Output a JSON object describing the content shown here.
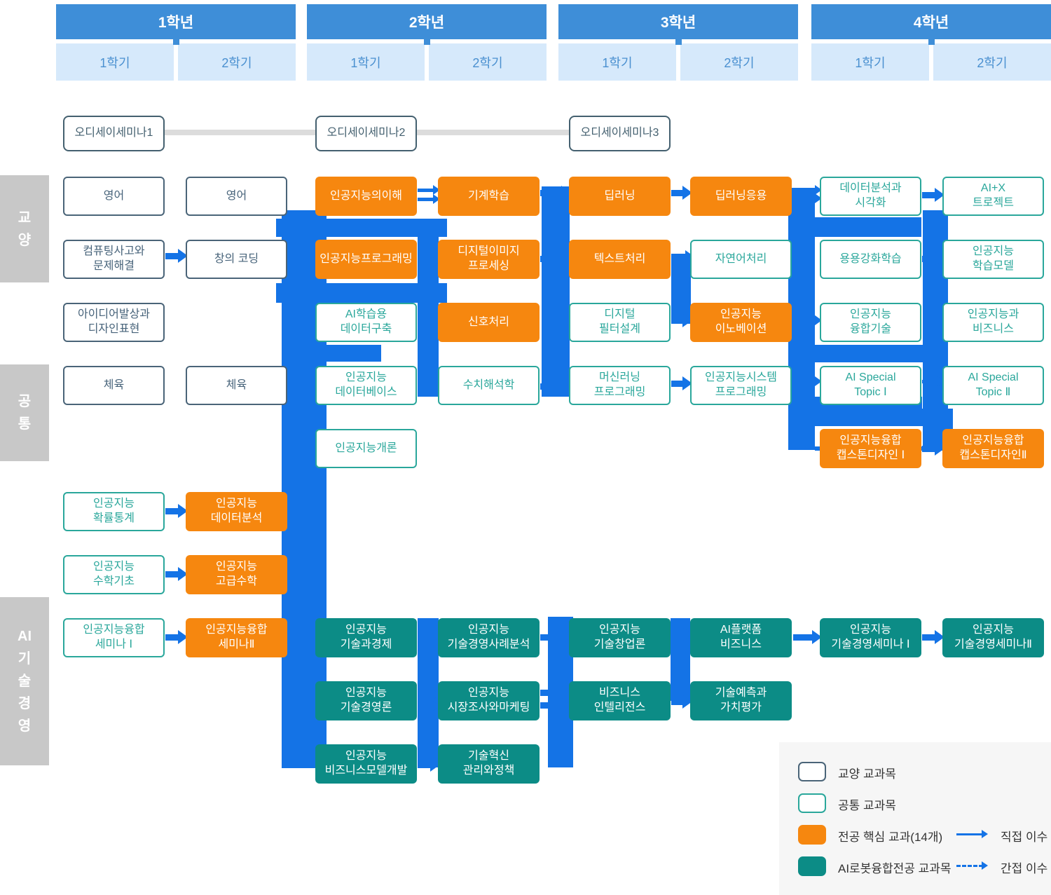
{
  "title": "AI curriculum roadmap",
  "colors": {
    "header_blue": "#3e8ed8",
    "semester_bg": "#d6e9fb",
    "semester_text": "#4a90d0",
    "core_orange": "#f6870f",
    "tech_teal": "#0c8c86",
    "common_border_teal": "#2aa79b",
    "liberal_border_slate": "#4a6478",
    "connector_blue": "#1473e6",
    "odyssey_line_gray": "#dcdcdc",
    "sidebar_gray": "#c8c8c8",
    "legend_bg": "#f6f6f6"
  },
  "header": {
    "years": [
      {
        "label": "1학년",
        "semesters": [
          "1학기",
          "2학기"
        ]
      },
      {
        "label": "2학년",
        "semesters": [
          "1학기",
          "2학기"
        ]
      },
      {
        "label": "3학년",
        "semesters": [
          "1학기",
          "2학기"
        ]
      },
      {
        "label": "4학년",
        "semesters": [
          "1학기",
          "2학기"
        ]
      }
    ]
  },
  "sidebar": [
    {
      "id": "liberal-arts",
      "label": "교\n양"
    },
    {
      "id": "common",
      "label": "공\n통"
    },
    {
      "id": "ai-tech-mgmt",
      "label": "AI\n기\n술\n경\n영"
    }
  ],
  "odyssey": [
    {
      "label": "오디세이세미나1",
      "col": 1
    },
    {
      "label": "오디세이세미나2",
      "col": 3
    },
    {
      "label": "오디세이세미나3",
      "col": 5
    }
  ],
  "courses": [
    {
      "label": "영어",
      "type": "liberal",
      "col": 1,
      "row": "A"
    },
    {
      "label": "영어",
      "type": "liberal",
      "col": 2,
      "row": "A"
    },
    {
      "label": "인공지능의이해",
      "type": "core",
      "col": 3,
      "row": "A"
    },
    {
      "label": "기계학습",
      "type": "core",
      "col": 4,
      "row": "A"
    },
    {
      "label": "딥러닝",
      "type": "core",
      "col": 5,
      "row": "A"
    },
    {
      "label": "딥러닝응용",
      "type": "core",
      "col": 6,
      "row": "A"
    },
    {
      "label": "데이터분석과\n시각화",
      "type": "common",
      "col": 7,
      "row": "A"
    },
    {
      "label": "AI+X\n트로젝트",
      "type": "common",
      "col": 8,
      "row": "A"
    },
    {
      "label": "컴퓨팅사고와\n문제해결",
      "type": "liberal",
      "col": 1,
      "row": "B"
    },
    {
      "label": "창의 코딩",
      "type": "liberal",
      "col": 2,
      "row": "B"
    },
    {
      "label": "인공지능프로그래밍",
      "type": "core",
      "col": 3,
      "row": "B"
    },
    {
      "label": "디지털이미지\n프로세싱",
      "type": "core",
      "col": 4,
      "row": "B"
    },
    {
      "label": "텍스트처리",
      "type": "core",
      "col": 5,
      "row": "B"
    },
    {
      "label": "자연어처리",
      "type": "common",
      "col": 6,
      "row": "B"
    },
    {
      "label": "용용강화학습",
      "type": "common",
      "col": 7,
      "row": "B"
    },
    {
      "label": "인공지능\n학습모델",
      "type": "common",
      "col": 8,
      "row": "B"
    },
    {
      "label": "아이디어발상과\n디자인표현",
      "type": "liberal",
      "col": 1,
      "row": "C"
    },
    {
      "label": "AI학습용\n데이터구축",
      "type": "common",
      "col": 3,
      "row": "C"
    },
    {
      "label": "신호처리",
      "type": "core",
      "col": 4,
      "row": "C"
    },
    {
      "label": "디지털\n필터설계",
      "type": "common",
      "col": 5,
      "row": "C"
    },
    {
      "label": "인공지능\n이노베이션",
      "type": "core",
      "col": 6,
      "row": "C"
    },
    {
      "label": "인공지능\n융합기술",
      "type": "common",
      "col": 7,
      "row": "C"
    },
    {
      "label": "인공지능과\n비즈니스",
      "type": "common",
      "col": 8,
      "row": "C"
    },
    {
      "label": "체육",
      "type": "liberal",
      "col": 1,
      "row": "D"
    },
    {
      "label": "체육",
      "type": "liberal",
      "col": 2,
      "row": "D"
    },
    {
      "label": "인공지능\n데이터베이스",
      "type": "common",
      "col": 3,
      "row": "D"
    },
    {
      "label": "수치해석학",
      "type": "common",
      "col": 4,
      "row": "D"
    },
    {
      "label": "머신러닝\n프로그래밍",
      "type": "common",
      "col": 5,
      "row": "D"
    },
    {
      "label": "인공지능시스템\n프로그래밍",
      "type": "common",
      "col": 6,
      "row": "D"
    },
    {
      "label": "AI Special\nTopic Ⅰ",
      "type": "common",
      "col": 7,
      "row": "D"
    },
    {
      "label": "AI Special\nTopic Ⅱ",
      "type": "common",
      "col": 8,
      "row": "D"
    },
    {
      "label": "인공지능개론",
      "type": "common",
      "col": 3,
      "row": "E"
    },
    {
      "label": "인공지능융합\n캡스톤디자인 Ⅰ",
      "type": "core",
      "col": 7,
      "row": "E"
    },
    {
      "label": "인공지능융합\n캡스톤디자인Ⅱ",
      "type": "core",
      "col": 8,
      "row": "E"
    },
    {
      "label": "인공지능\n확률통계",
      "type": "common",
      "col": 1,
      "row": "F"
    },
    {
      "label": "인공지능\n데이터분석",
      "type": "core",
      "col": 2,
      "row": "F"
    },
    {
      "label": "인공지능\n수학기초",
      "type": "common",
      "col": 1,
      "row": "G"
    },
    {
      "label": "인공지능\n고급수학",
      "type": "core",
      "col": 2,
      "row": "G"
    },
    {
      "label": "인공지능융합\n세미나 Ⅰ",
      "type": "common",
      "col": 1,
      "row": "H"
    },
    {
      "label": "인공지능융합\n세미나Ⅱ",
      "type": "core",
      "col": 2,
      "row": "H"
    },
    {
      "label": "인공지능\n기술과경제",
      "type": "tech",
      "col": 3,
      "row": "H"
    },
    {
      "label": "인공지능\n기술경영사례분석",
      "type": "tech",
      "col": 4,
      "row": "H"
    },
    {
      "label": "인공지능\n기술창업론",
      "type": "tech",
      "col": 5,
      "row": "H"
    },
    {
      "label": "AI플랫폼\n비즈니스",
      "type": "tech",
      "col": 6,
      "row": "H"
    },
    {
      "label": "인공지능\n기술경영세미나 Ⅰ",
      "type": "tech",
      "col": 7,
      "row": "H"
    },
    {
      "label": "인공지능\n기술경영세미나Ⅱ",
      "type": "tech",
      "col": 8,
      "row": "H"
    },
    {
      "label": "인공지능\n기술경영론",
      "type": "tech",
      "col": 3,
      "row": "I"
    },
    {
      "label": "인공지능\n시장조사와마케팅",
      "type": "tech",
      "col": 4,
      "row": "I"
    },
    {
      "label": "비즈니스\n인텔리전스",
      "type": "tech",
      "col": 5,
      "row": "I"
    },
    {
      "label": "기술예측과\n가치평가",
      "type": "tech",
      "col": 6,
      "row": "I"
    },
    {
      "label": "인공지능\n비즈니스모델개발",
      "type": "tech",
      "col": 3,
      "row": "J"
    },
    {
      "label": "기술혁신\n관리와정책",
      "type": "tech",
      "col": 4,
      "row": "J"
    }
  ],
  "legend": {
    "items": [
      {
        "type": "liberal",
        "label": "교양 교과목"
      },
      {
        "type": "common",
        "label": "공통 교과목"
      },
      {
        "type": "core",
        "label": "전공 핵심 교과(14개)"
      },
      {
        "type": "tech",
        "label": "AI로봇융합전공 교과목"
      }
    ],
    "arrows": [
      {
        "style": "solid",
        "label": "직접 이수"
      },
      {
        "style": "dashed",
        "label": "간접 이수"
      }
    ]
  }
}
